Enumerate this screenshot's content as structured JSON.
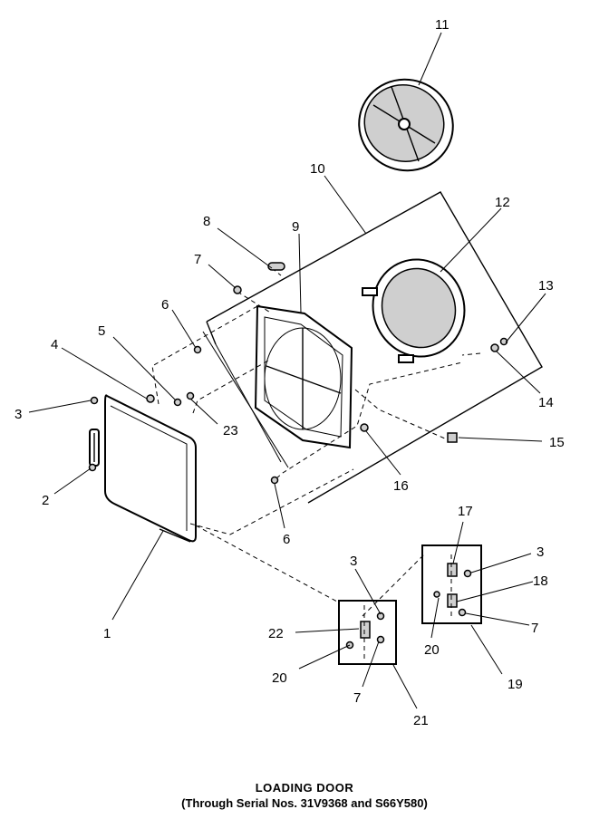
{
  "caption": {
    "title": "LOADING DOOR",
    "subtitle": "(Through Serial Nos. 31V9368 and S66Y580)"
  },
  "callouts": [
    "1",
    "2",
    "3",
    "4",
    "5",
    "6",
    "7",
    "8",
    "9",
    "10",
    "11",
    "12",
    "13",
    "14",
    "15",
    "16",
    "17",
    "18",
    "19",
    "20",
    "21",
    "22",
    "23",
    "6",
    "3",
    "7",
    "20",
    "3",
    "7"
  ]
}
